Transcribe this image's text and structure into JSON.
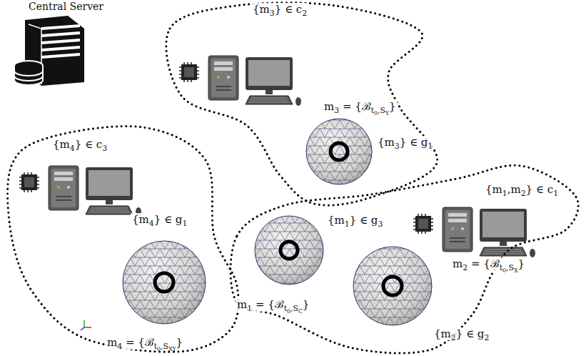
{
  "diagram": {
    "nodes": [
      {
        "text": [
          "{m3} ∈ c2",
          "m3 = {ℬt0,SY}",
          "{m3} ∈ g1"
        ]
      },
      {
        "text": [
          "{m4} ∈ c3",
          "{m4} ∈ g1",
          "m4 = {ℬt0,SXY}"
        ]
      },
      {
        "text": [
          "{m1,m2} ∈ c1",
          "{m1} ∈ g3",
          "m2 = {ℬt0,SX}",
          "m1 = {ℬt0,SC}",
          "{m2} ∈ g2"
        ]
      }
    ],
    "labels": [
      "Central Server"
    ]
  }
}
